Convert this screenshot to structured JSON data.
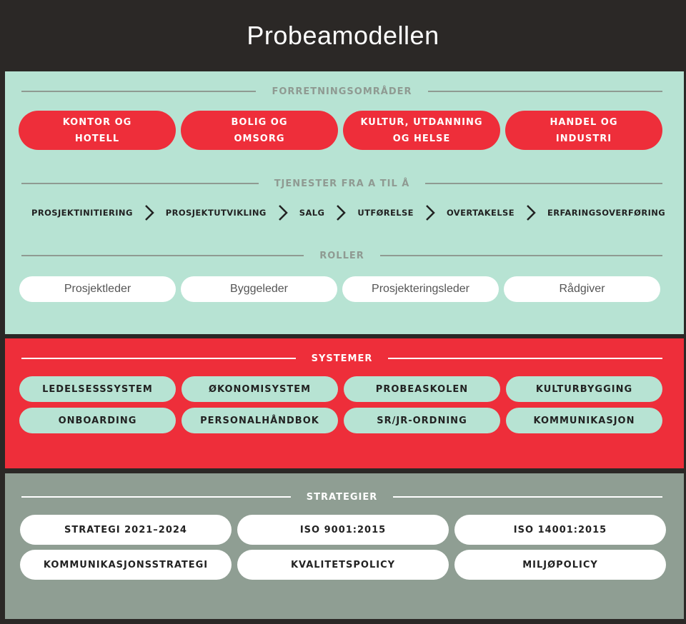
{
  "title": "Probeamodellen",
  "colors": {
    "background": "#2b2826",
    "green_panel": "#b7e3d3",
    "red_panel": "#ee2e3a",
    "grey_panel": "#8f9e93",
    "accent_red": "#ee2e3a",
    "white": "#ffffff"
  },
  "forretningsomrader": {
    "heading": "FORRETNINGSOMRÅDER",
    "items": [
      "KONTOR OG\nHOTELL",
      "BOLIG OG\nOMSORG",
      "KULTUR, UTDANNING\nOG HELSE",
      "HANDEL OG\nINDUSTRI"
    ]
  },
  "tjenester": {
    "heading": "TJENESTER FRA A TIL Å",
    "steps": [
      "PROSJEKTINITIERING",
      "PROSJEKTUTVIKLING",
      "SALG",
      "UTFØRELSE",
      "OVERTAKELSE",
      "ERFARINGSOVERFØRING"
    ],
    "separator_icon": "chevron-right-icon"
  },
  "roller": {
    "heading": "ROLLER",
    "items": [
      "Prosjektleder",
      "Byggeleder",
      "Prosjekteringsleder",
      "Rådgiver"
    ]
  },
  "systemer": {
    "heading": "SYSTEMER",
    "items": [
      "LEDELSESSSYSTEM",
      "ØKONOMISYSTEM",
      "PROBEASKOLEN",
      "KULTURBYGGING",
      "ONBOARDING",
      "PERSONALHÅNDBOK",
      "SR/JR-ORDNING",
      "KOMMUNIKASJON"
    ]
  },
  "strategier": {
    "heading": "STRATEGIER",
    "items": [
      "STRATEGI 2021–2024",
      "ISO 9001:2015",
      "ISO 14001:2015",
      "KOMMUNIKASJONSSTRATEGI",
      "KVALITETSPOLICY",
      "MILJØPOLICY"
    ]
  }
}
